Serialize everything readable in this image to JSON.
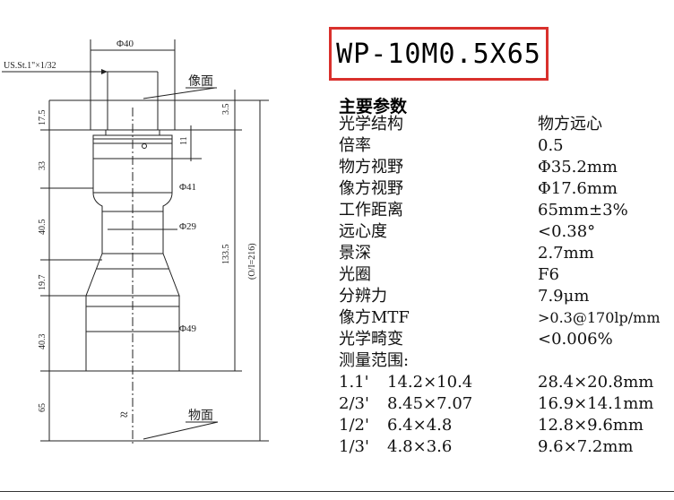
{
  "model": "WP-10M0.5X65",
  "spec_title": "主要参数",
  "specs": [
    {
      "label": "光学结构",
      "value": "物方远心"
    },
    {
      "label": "倍率",
      "value": "0.5"
    },
    {
      "label": "物方视野",
      "value": "Φ35.2mm"
    },
    {
      "label": "像方视野",
      "value": "Φ17.6mm"
    },
    {
      "label": "工作距离",
      "value": "65mm±3%"
    },
    {
      "label": "远心度",
      "value": "<0.38°"
    },
    {
      "label": "景深",
      "value": "2.7mm"
    },
    {
      "label": "光圈",
      "value": "F6"
    },
    {
      "label": "分辨力",
      "value": "7.9μm"
    },
    {
      "label": "像方MTF",
      "value": ">0.3@170lp/mm"
    },
    {
      "label": "光学畸变",
      "value": "<0.006%"
    }
  ],
  "measure_title": "测量范围:",
  "measure": [
    {
      "sensor": "1.1'",
      "image": "14.2×10.4",
      "object": "28.4×20.8mm"
    },
    {
      "sensor": "2/3'",
      "image": "8.45×7.07",
      "object": "16.9×14.1mm"
    },
    {
      "sensor": "1/2'",
      "image": "6.4×4.8",
      "object": "12.8×9.6mm"
    },
    {
      "sensor": "1/3'",
      "image": "4.8×3.6",
      "object": "9.6×7.2mm"
    }
  ],
  "drawing": {
    "thread": "US.St.1\"×1/32",
    "image_plane": "像面",
    "object_plane": "物面",
    "dia_top": "Φ40",
    "dia_41": "Φ41",
    "dia_29": "Φ29",
    "dia_49": "Φ49",
    "left_dims": [
      "17.5",
      "33",
      "40.5",
      "19.7",
      "40.3",
      "65"
    ],
    "small_dims": [
      "3.5",
      "11"
    ],
    "length_inner": "133.5",
    "length_total": "(O/I=216)",
    "squiggle": "≈"
  }
}
